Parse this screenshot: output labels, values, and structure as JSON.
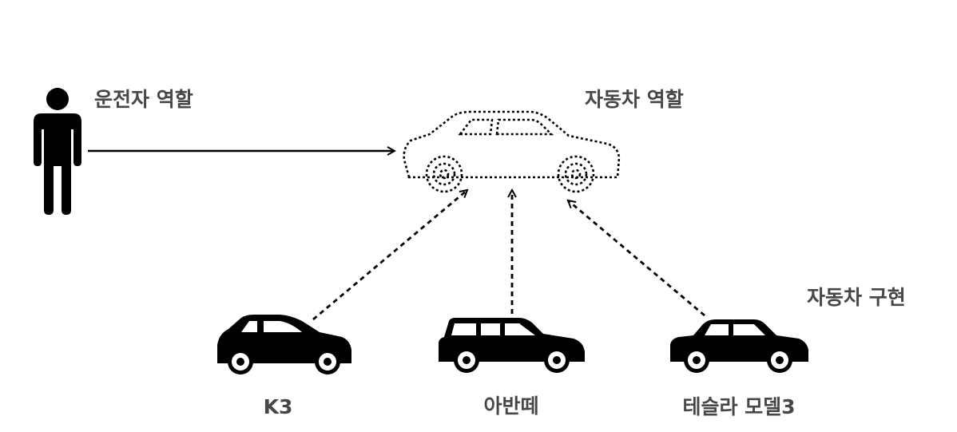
{
  "roles": {
    "driver": "운전자 역할",
    "car": "자동차 역할"
  },
  "implementation_header": "자동차 구현",
  "cars": [
    {
      "name": "K3"
    },
    {
      "name": "아반떼"
    },
    {
      "name": "테슬라 모델3"
    }
  ],
  "colors": {
    "label": "#474747",
    "icon": "#000000",
    "arrow": "#000000"
  },
  "icons": {
    "driver": "person-icon",
    "car_role": "dotted-car-icon",
    "car_impl": "car-icon"
  }
}
